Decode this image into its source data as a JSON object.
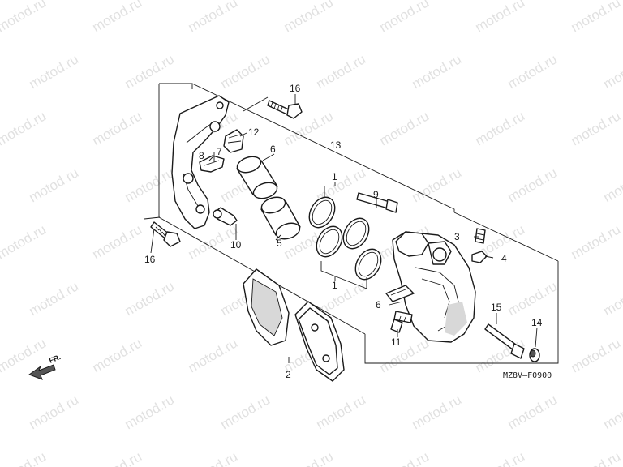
{
  "diagram": {
    "code_label": "MZ8V–F0900",
    "front_label": "FR.",
    "watermark": "motod.ru",
    "callouts": {
      "c1a": "1",
      "c1b": "1",
      "c2": "2",
      "c3": "3",
      "c4": "4",
      "c5": "5",
      "c6a": "6",
      "c6b": "6",
      "c7": "7",
      "c8": "8",
      "c9": "9",
      "c10": "10",
      "c11": "11",
      "c12": "12",
      "c13": "13",
      "c14": "14",
      "c15": "15",
      "c16a": "16",
      "c16b": "16"
    }
  }
}
